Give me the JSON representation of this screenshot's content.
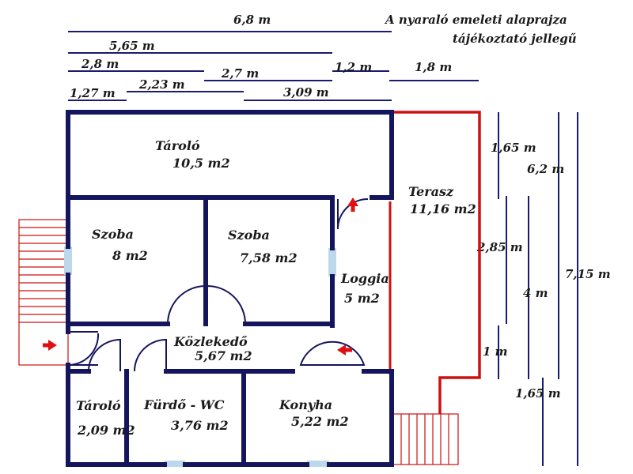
{
  "title": "A nyaraló emeleti alaprajza",
  "subtitle": "tájékoztató jellegű",
  "colors": {
    "wall": "#15155e",
    "terrace": "#cc1111",
    "dim_line": "#1a1a70",
    "window": "#bcd8ea",
    "background": "#ffffff"
  },
  "rooms": {
    "tarolo_top": {
      "name": "Tároló",
      "area": "10,5 m2"
    },
    "szoba_1": {
      "name": "Szoba",
      "area": "8 m2"
    },
    "szoba_2": {
      "name": "Szoba",
      "area": "7,58 m2"
    },
    "loggia": {
      "name": "Loggia",
      "area": "5 m2"
    },
    "terasz": {
      "name": "Terasz",
      "area": "11,16 m2"
    },
    "kozlekedo": {
      "name": "Közlekedő",
      "area": "5,67 m2"
    },
    "tarolo_small": {
      "name": "Tároló",
      "area": "2,09 m2"
    },
    "furdo": {
      "name": "Fürdő - WC",
      "area": "3,76 m2"
    },
    "konyha": {
      "name": "Konyha",
      "area": "5,22 m2"
    }
  },
  "dimensions": {
    "top": [
      "6,8 m",
      "5,65 m",
      "2,8 m",
      "2,7 m",
      "1,2 m",
      "1,8 m",
      "1,27 m",
      "2,23 m",
      "3,09 m"
    ],
    "right": [
      "1,65 m",
      "6,2 m",
      "2,85 m",
      "4 m",
      "7,15 m",
      "1 m",
      "1,65 m"
    ]
  }
}
